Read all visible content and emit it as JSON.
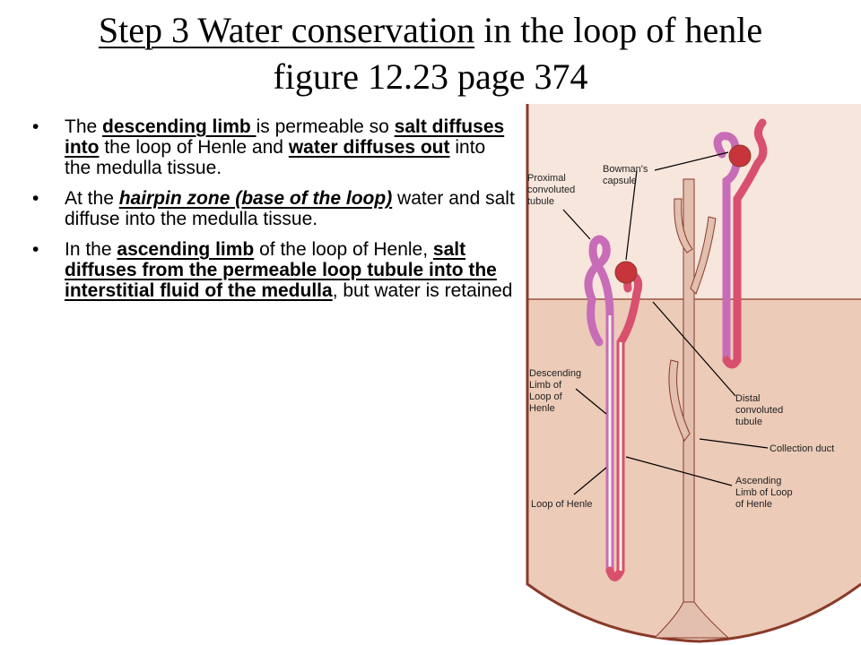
{
  "title": {
    "line1_underlined": "Step 3 Water conservation",
    "line1_rest": " in the loop of henle",
    "line2": "figure 12.23 page 374"
  },
  "bullets": [
    {
      "parts": [
        {
          "text": "The ",
          "style": ""
        },
        {
          "text": "descending limb ",
          "style": "b ul"
        },
        {
          "text": " is permeable so ",
          "style": ""
        },
        {
          "text": "salt diffuses into",
          "style": "b ul"
        },
        {
          "text": " the loop of Henle and ",
          "style": ""
        },
        {
          "text": "water diffuses out",
          "style": "b ul"
        },
        {
          "text": " into the medulla tissue.",
          "style": ""
        }
      ]
    },
    {
      "parts": [
        {
          "text": "At the ",
          "style": ""
        },
        {
          "text": "hairpin zone (base of the loop)",
          "style": "b i ul"
        },
        {
          "text": " water and salt diffuse into the medulla tissue.",
          "style": ""
        }
      ]
    },
    {
      "parts": [
        {
          "text": "In the ",
          "style": ""
        },
        {
          "text": "ascending limb",
          "style": "b ul"
        },
        {
          "text": " of the loop of Henle, ",
          "style": ""
        },
        {
          "text": "salt diffuses from the permeable loop tubule into the interstitial fluid of the medulla",
          "style": "b ul"
        },
        {
          "text": ", but water is retained",
          "style": ""
        }
      ]
    }
  ],
  "bullet_glyph": "•",
  "diagram": {
    "labels": {
      "proximal": [
        "Proximal",
        "convoluted",
        "tubule"
      ],
      "bowman": [
        "Bowman's",
        "capsule"
      ],
      "descending": [
        "Descending",
        "Limb of",
        "Loop of",
        "Henle"
      ],
      "distal": [
        "Distal",
        "convoluted",
        "tubule"
      ],
      "collection": [
        "Collection duct"
      ],
      "ascending": [
        "Ascending",
        "Limb of Loop",
        "of Henle"
      ],
      "loop": [
        "Loop of Henle"
      ]
    },
    "colors": {
      "cortex": "#f6e6dc",
      "medulla": "#eccbb8",
      "outline": "#8a3a2a",
      "duct": "#e2bfae",
      "descending": "#c86cb8",
      "ascending": "#d8506e",
      "capsule": "#c8343c"
    }
  }
}
